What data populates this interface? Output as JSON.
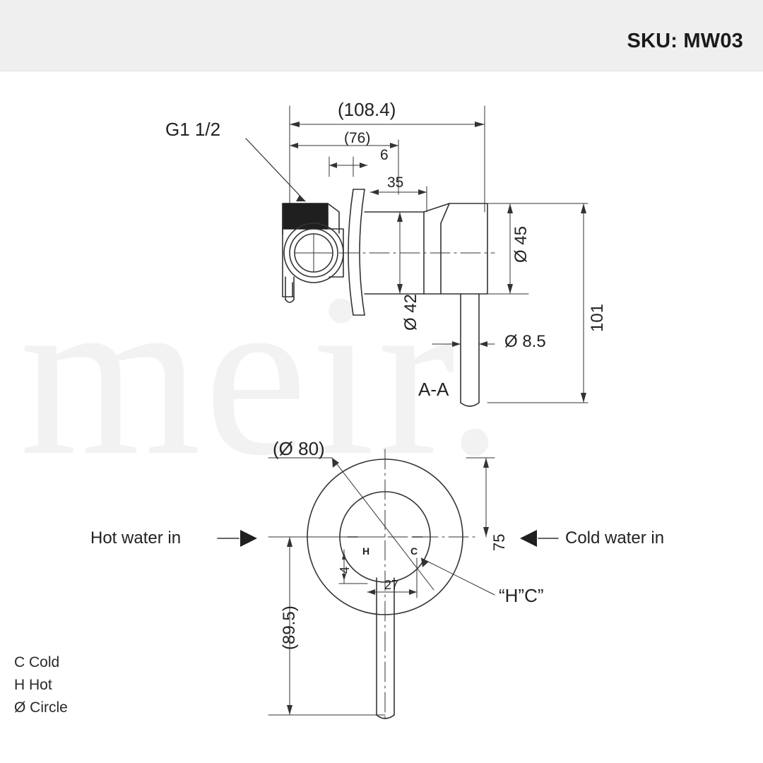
{
  "header": {
    "sku_label": "SKU: MW03"
  },
  "watermark": {
    "text": "meir."
  },
  "drawing": {
    "title_section": "A-A",
    "dimensions": {
      "overall_width": "(108.4)",
      "body_width": "(76)",
      "small_6": "6",
      "handle_offset_35": "35",
      "thread_label": "G1 1/2",
      "dia_45": "Ø 45",
      "dia_42": "Ø 42",
      "dia_8_5": "Ø 8.5",
      "height_101": "101",
      "plate_dia_80": "(Ø 80)",
      "vert_89_5": "(89.5)",
      "dim_75": "75",
      "dim_4": "4",
      "dim_27": "27",
      "hc_callout": "“H”C”",
      "hot_marker": "H",
      "cold_marker": "C"
    },
    "annotations": {
      "hot_water_in": "Hot water in",
      "cold_water_in": "Cold water in"
    }
  },
  "legend": {
    "items": [
      "C  Cold",
      "H  Hot",
      "Ø  Circle"
    ]
  }
}
